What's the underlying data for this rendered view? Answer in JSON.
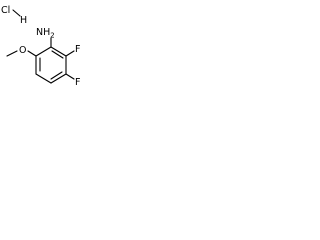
{
  "molecule": {
    "salt": {
      "chlorine": "Cl",
      "hydrogen": "H"
    },
    "substituents": {
      "amine": "NH",
      "amine_h_count": "2",
      "fluorine_a": "F",
      "fluorine_b": "F",
      "methoxy_oxygen": "O"
    }
  },
  "colors": {
    "bond": "#000000",
    "text": "#000000",
    "background": "#ffffff"
  }
}
